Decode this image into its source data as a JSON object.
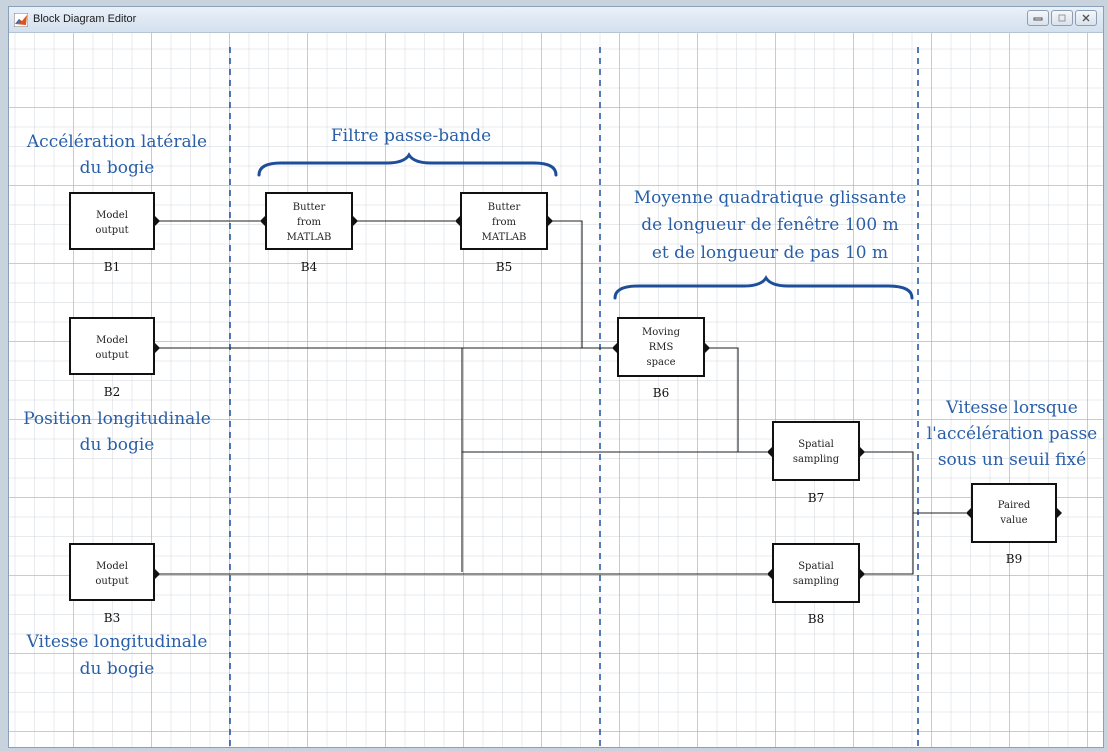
{
  "window": {
    "title": "Block Diagram Editor"
  },
  "icons": {
    "app": "matlab-logo-icon",
    "minimize": "minimize-icon",
    "maximize": "maximize-icon",
    "close": "close-icon"
  },
  "colors": {
    "annotation": "#2a5fa8",
    "divider": "#1f4fa0",
    "brace": "#1d4e9a",
    "block_border": "#111111"
  },
  "blocks": {
    "b1": {
      "id": "B1",
      "lines": [
        "Model",
        "output"
      ]
    },
    "b2": {
      "id": "B2",
      "lines": [
        "Model",
        "output"
      ]
    },
    "b3": {
      "id": "B3",
      "lines": [
        "Model",
        "output"
      ]
    },
    "b4": {
      "id": "B4",
      "lines": [
        "Butter",
        "from",
        "MATLAB"
      ]
    },
    "b5": {
      "id": "B5",
      "lines": [
        "Butter",
        "from",
        "MATLAB"
      ]
    },
    "b6": {
      "id": "B6",
      "lines": [
        "Moving",
        "RMS",
        "space"
      ]
    },
    "b7": {
      "id": "B7",
      "lines": [
        "Spatial",
        "sampling"
      ]
    },
    "b8": {
      "id": "B8",
      "lines": [
        "Spatial",
        "sampling"
      ]
    },
    "b9": {
      "id": "B9",
      "lines": [
        "Paired",
        "value"
      ]
    }
  },
  "annotations": {
    "lateral_accel": [
      "Accélération latérale",
      "du bogie"
    ],
    "bandpass": [
      "Filtre passe-bande"
    ],
    "rms": [
      "Moyenne quadratique glissante",
      "de longueur de fenêtre 100 m",
      "et de longueur de pas 10 m"
    ],
    "long_position": [
      "Position longitudinale",
      "du bogie"
    ],
    "speed_threshold": [
      "Vitesse lorsque",
      "l'accélération passe",
      "sous un seuil fixé"
    ],
    "long_speed": [
      "Vitesse longitudinale",
      "du bogie"
    ]
  }
}
